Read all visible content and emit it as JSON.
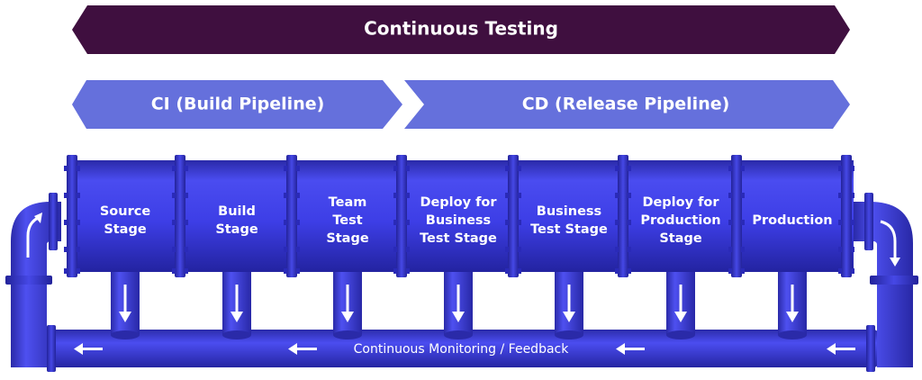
{
  "banners": {
    "top": "Continuous Testing",
    "ci": "CI (Build Pipeline)",
    "cd": "CD (Release Pipeline)"
  },
  "stages": [
    {
      "lines": [
        "Source",
        "Stage"
      ]
    },
    {
      "lines": [
        "Build",
        "Stage"
      ]
    },
    {
      "lines": [
        "Team",
        "Test",
        "Stage"
      ]
    },
    {
      "lines": [
        "Deploy for",
        "Business",
        "Test Stage"
      ]
    },
    {
      "lines": [
        "Business",
        "Test Stage"
      ]
    },
    {
      "lines": [
        "Deploy for",
        "Production",
        "Stage"
      ]
    },
    {
      "lines": [
        "Production"
      ]
    }
  ],
  "feedback": {
    "label": "Continuous Monitoring / Feedback"
  },
  "colors": {
    "top_banner": "#3f0f3f",
    "pipeline_banner": "#6570dc",
    "pipe_body": "#3b3ce6",
    "pipe_dark": "#24239e",
    "pipe_light": "#5658f4",
    "flange": "#2a2ab8"
  },
  "icons": [
    "arrow-down-icon",
    "arrow-left-icon",
    "arrow-curve-up-icon",
    "arrow-curve-down-icon"
  ]
}
